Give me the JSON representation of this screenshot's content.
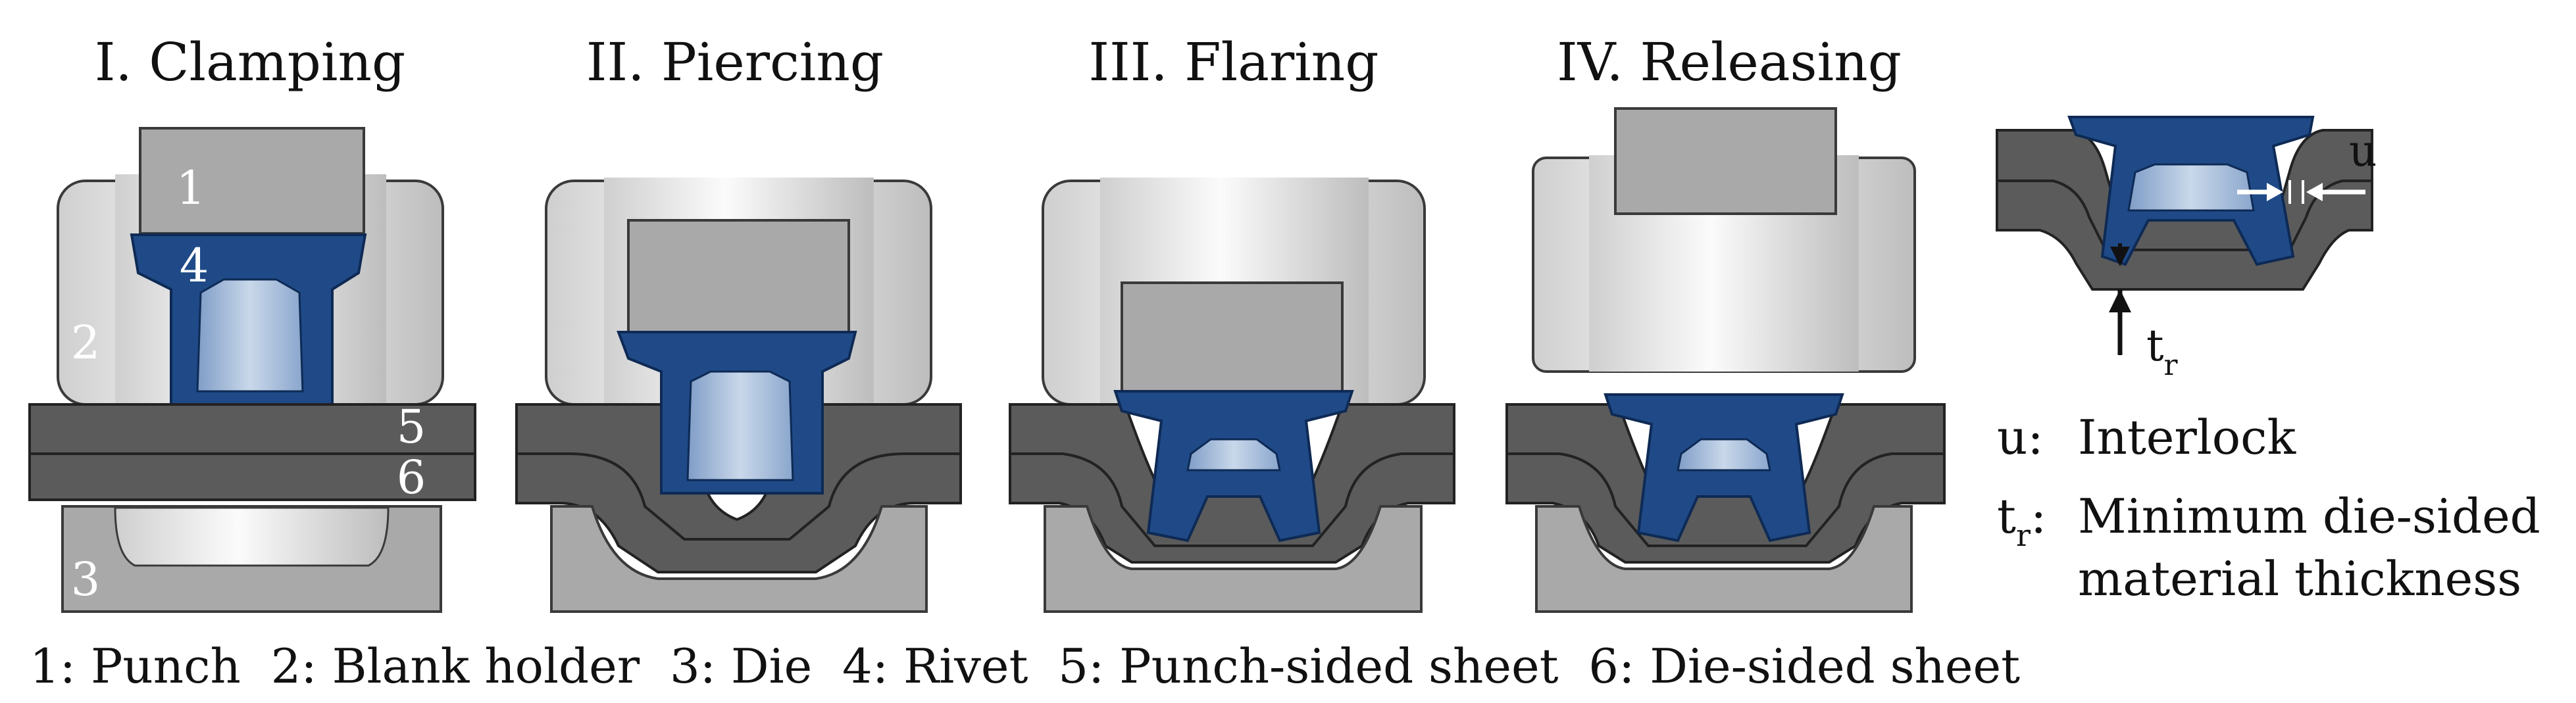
{
  "stages": [
    {
      "title": "I. Clamping"
    },
    {
      "title": "II. Piercing"
    },
    {
      "title": "III. Flaring"
    },
    {
      "title": "IV. Releasing"
    }
  ],
  "part_numbers": {
    "punch": "1",
    "blank_holder": "2",
    "die": "3",
    "rivet": "4",
    "punch_sheet": "5",
    "die_sheet": "6"
  },
  "legend": "1: Punch  2: Blank holder  3: Die  4: Rivet  5: Punch-sided sheet  6: Die-sided sheet",
  "detail": {
    "u_label": "u",
    "t_label": "t",
    "t_sub": "r"
  },
  "definitions": {
    "u_key": "u:",
    "u_text": "Interlock",
    "t_key": "t",
    "t_sub": "r",
    "t_colon": ":",
    "t_text_line1": "Minimum die-sided",
    "t_text_line2": "material thickness"
  },
  "colors": {
    "tool": "#a9a9a9",
    "sheet": "#5b5b5b",
    "rivet": "#1f4a87",
    "outline": "#3a3a3a"
  }
}
